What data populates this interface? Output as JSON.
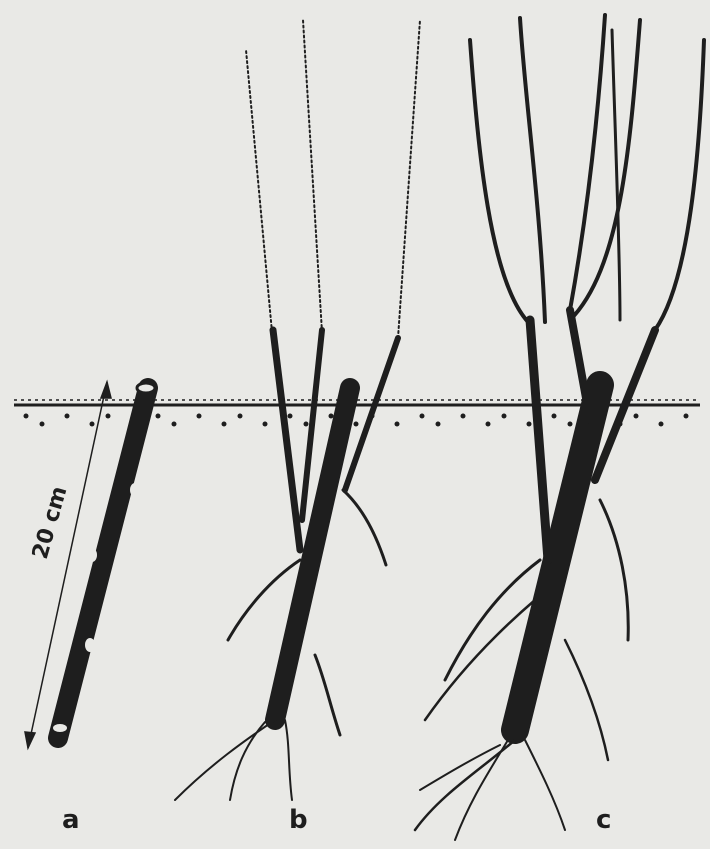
{
  "labels": {
    "panel_a": "a",
    "panel_b": "b",
    "panel_c": "c",
    "dimension": "20 cm"
  },
  "colors": {
    "background": "#e9e9e6",
    "ink": "#1e1e1e"
  }
}
